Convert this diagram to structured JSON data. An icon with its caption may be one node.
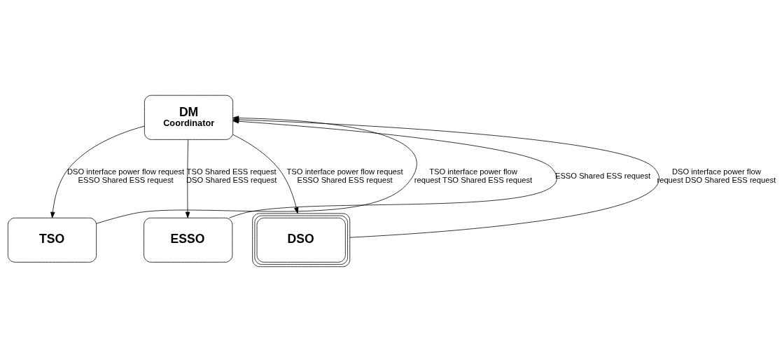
{
  "diagram": {
    "nodes": [
      {
        "text": [
          "DM",
          "Coordinator"
        ]
      },
      {
        "text": [
          "TSO"
        ]
      },
      {
        "text": [
          "ESSO"
        ]
      },
      {
        "text": [
          "DSO"
        ]
      }
    ],
    "edges": [
      {
        "from": 1,
        "to": 0,
        "arrow": "to",
        "label": "TSO interface power flow request TSO Shared ESS request"
      },
      {
        "from": 0,
        "to": 1,
        "arrow": "to",
        "label": "DSO interface power flow request ESSO Shared ESS request"
      },
      {
        "from": 0,
        "to": 2,
        "arrow": "to",
        "label": "TSO Shared ESS request DSO Shared ESS request"
      },
      {
        "from": 2,
        "to": 0,
        "arrow": "to",
        "label": "ESSO Shared ESS request"
      },
      {
        "from": 0,
        "to": 3,
        "arrow": "to",
        "label": "TSO interface power flow request ESSO Shared ESS request"
      },
      {
        "from": 3,
        "to": 0,
        "arrow": "to",
        "label": "DSO interface power flow request DSO Shared ESS request"
      }
    ]
  }
}
